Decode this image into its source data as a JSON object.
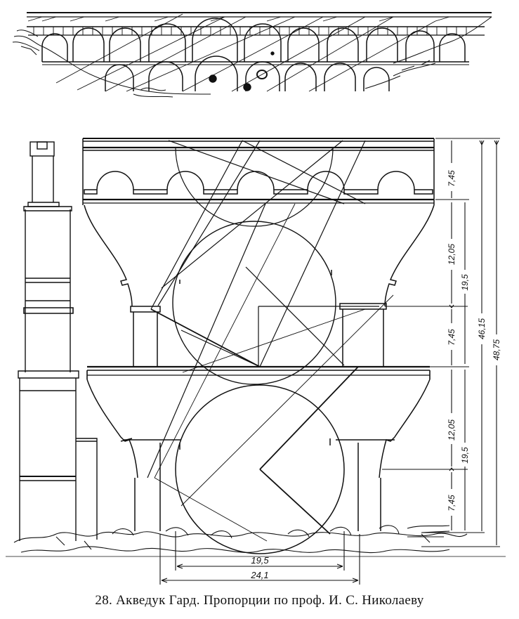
{
  "figure": {
    "number": "28.",
    "caption": "Акведук Гард. Пропорции по проф. И. С. Николаеву"
  },
  "dimensions": {
    "vertical": [
      "7,45",
      "12,05",
      "19,5",
      "7,45",
      "12,05",
      "19,5",
      "7,45",
      "46,15",
      "48,75"
    ],
    "horizontal": [
      "19,5",
      "24,1"
    ]
  },
  "colors": {
    "ink": "#111111",
    "paper": "#ffffff"
  }
}
